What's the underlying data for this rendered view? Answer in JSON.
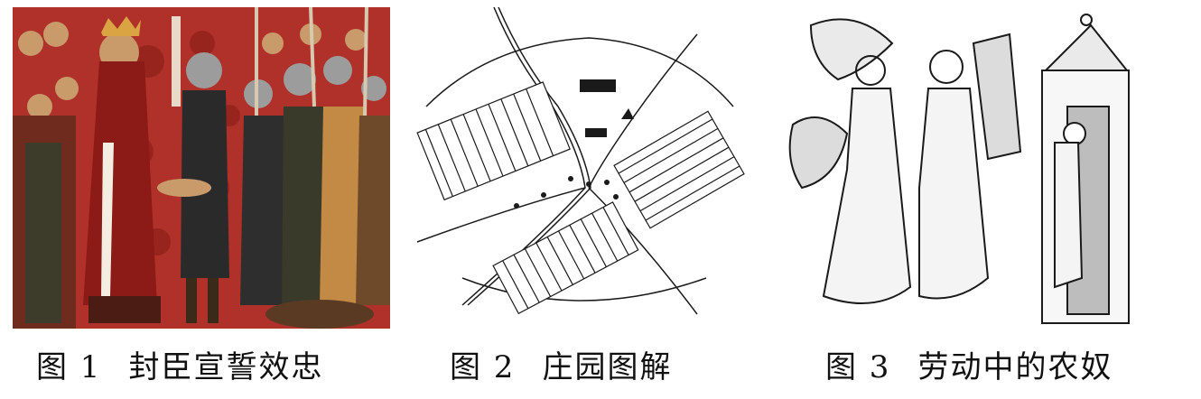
{
  "figures": [
    {
      "number": "图 1",
      "title": "封臣宣誓效忠"
    },
    {
      "number": "图 2",
      "title": "庄园图解"
    },
    {
      "number": "图 3",
      "title": "劳动中的农奴"
    }
  ],
  "colors": {
    "painting_background": "#b0302a",
    "painting_gold": "#d9a441",
    "ink": "#1a1a1a"
  }
}
